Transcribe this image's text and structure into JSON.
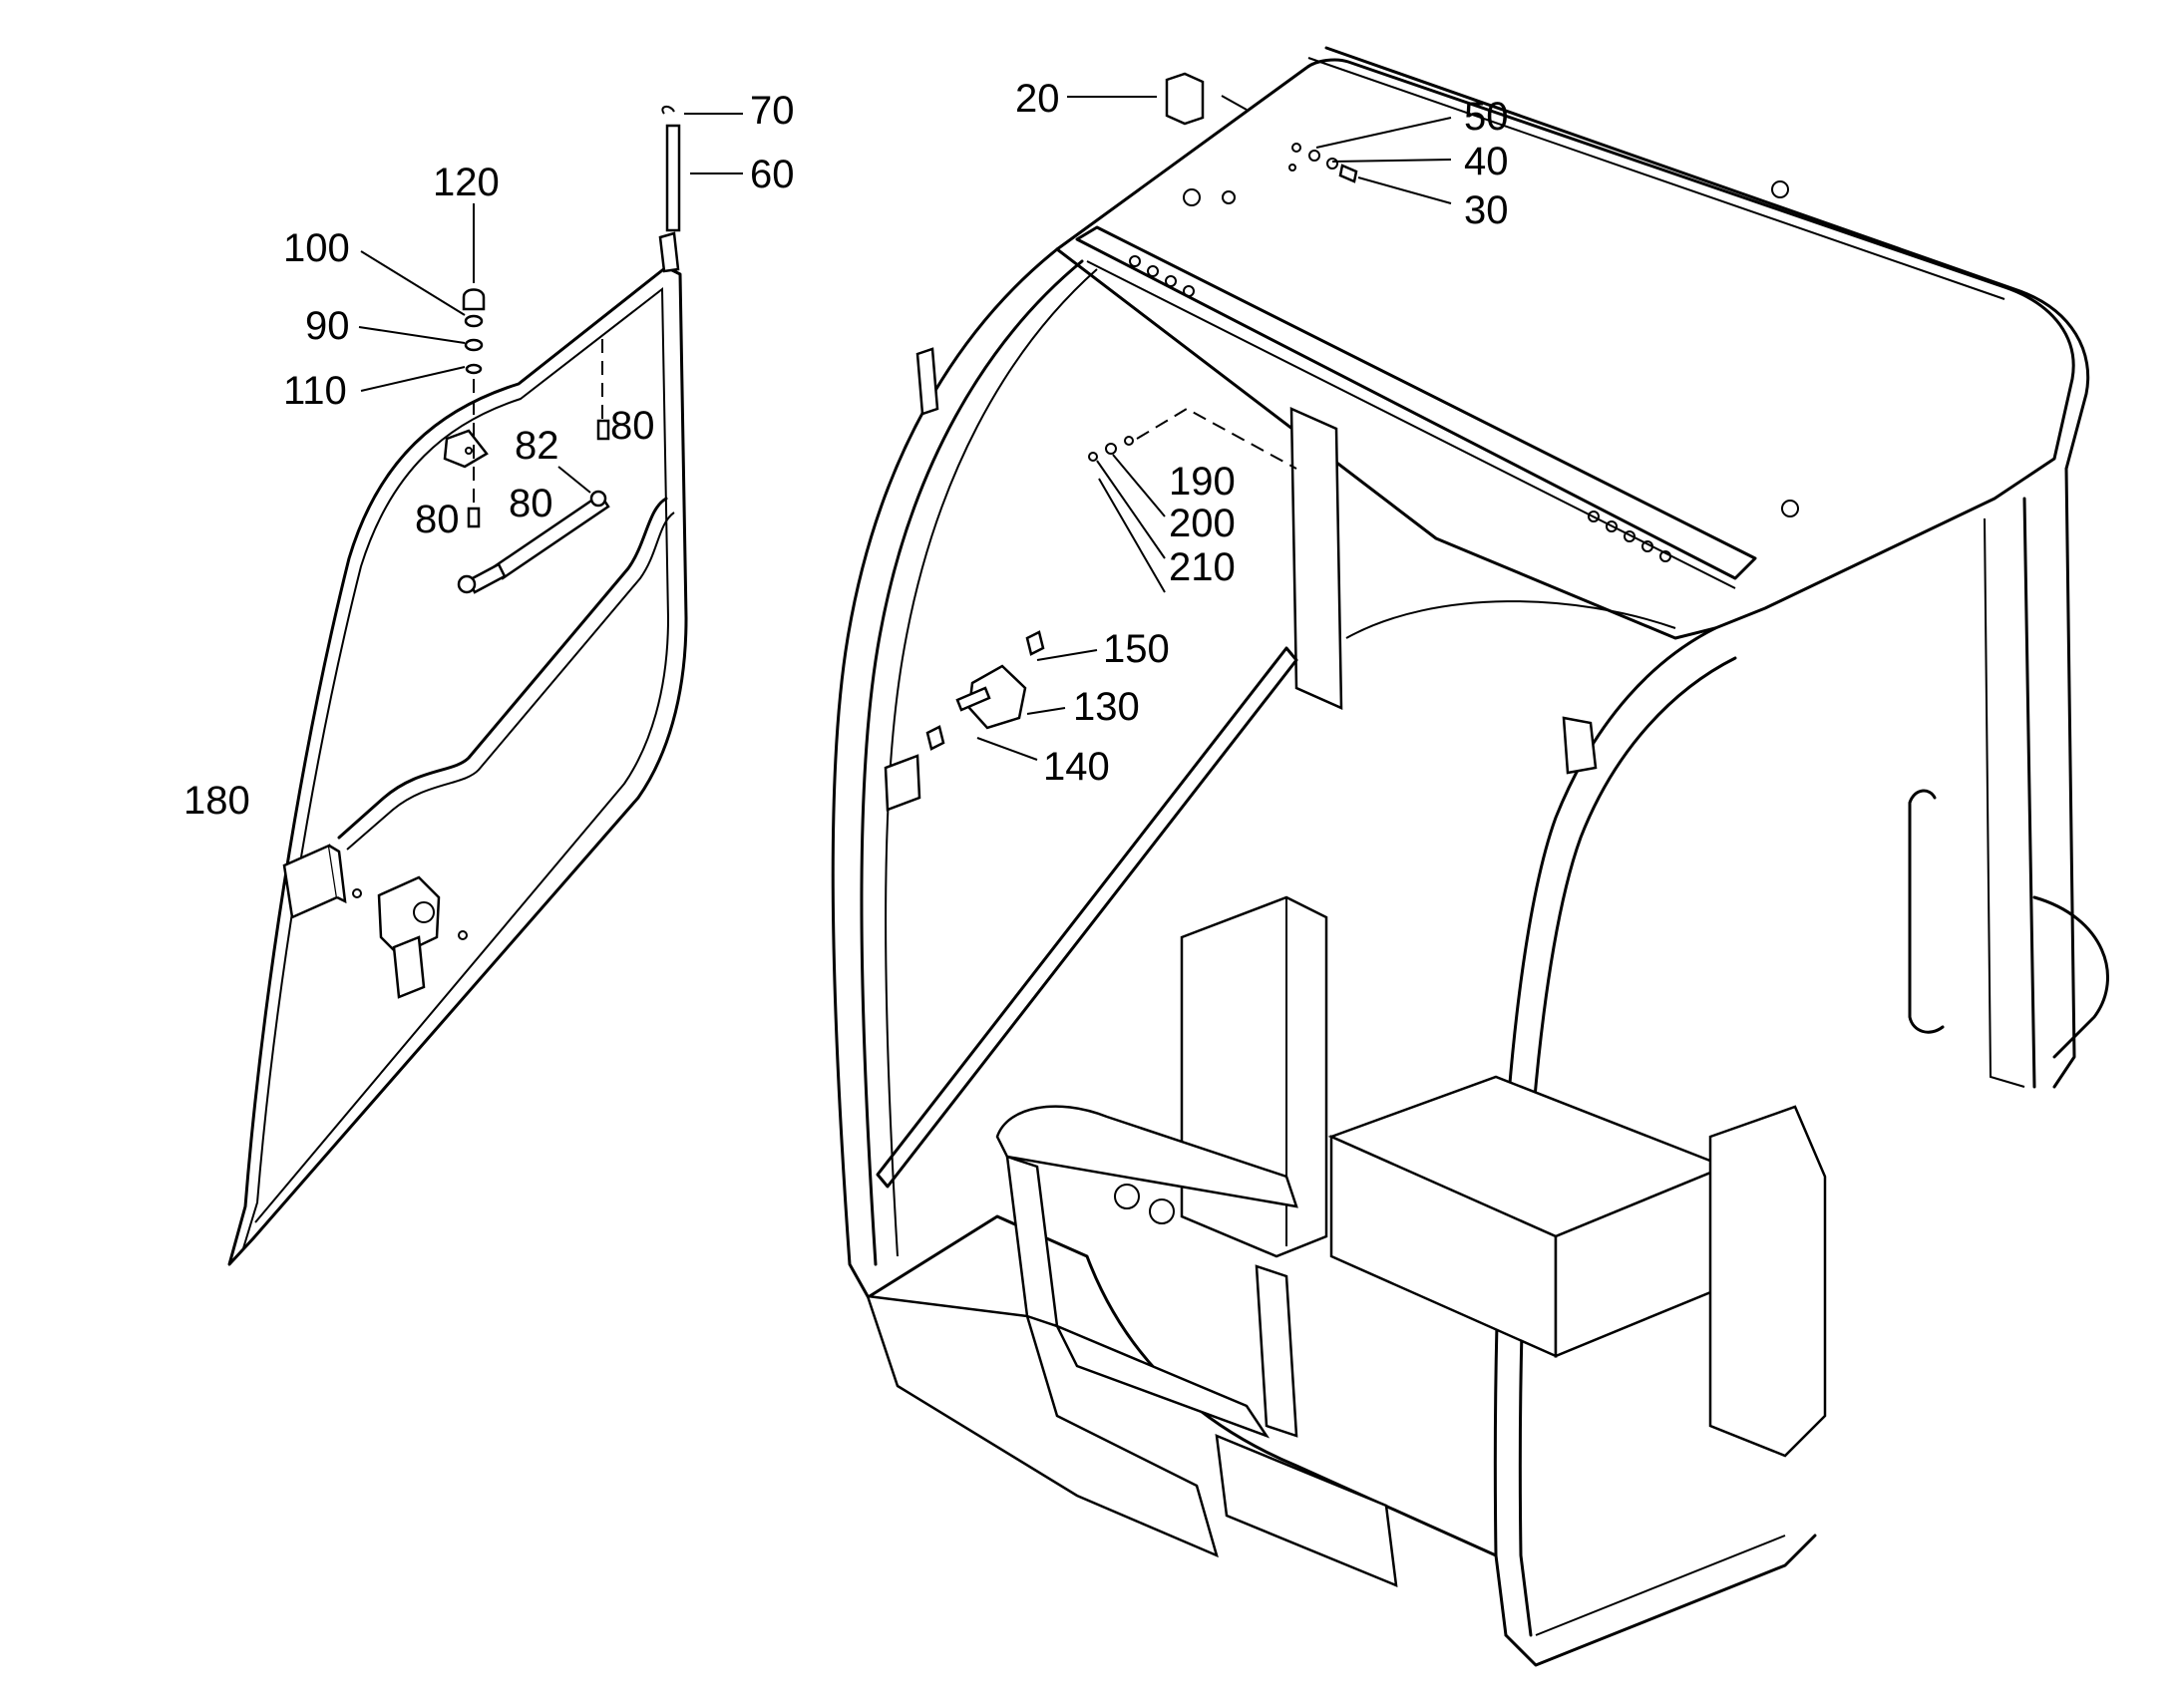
{
  "callouts": [
    {
      "id": "20",
      "label": "20"
    },
    {
      "id": "30",
      "label": "30"
    },
    {
      "id": "40",
      "label": "40"
    },
    {
      "id": "50",
      "label": "50"
    },
    {
      "id": "60",
      "label": "60"
    },
    {
      "id": "70",
      "label": "70"
    },
    {
      "id": "80a",
      "label": "80"
    },
    {
      "id": "80b",
      "label": "80"
    },
    {
      "id": "80c",
      "label": "80"
    },
    {
      "id": "82",
      "label": "82"
    },
    {
      "id": "90",
      "label": "90"
    },
    {
      "id": "100",
      "label": "100"
    },
    {
      "id": "110",
      "label": "110"
    },
    {
      "id": "120",
      "label": "120"
    },
    {
      "id": "130",
      "label": "130"
    },
    {
      "id": "140",
      "label": "140"
    },
    {
      "id": "150",
      "label": "150"
    },
    {
      "id": "180",
      "label": "180"
    },
    {
      "id": "190",
      "label": "190"
    },
    {
      "id": "200",
      "label": "200"
    },
    {
      "id": "210",
      "label": "210"
    }
  ]
}
